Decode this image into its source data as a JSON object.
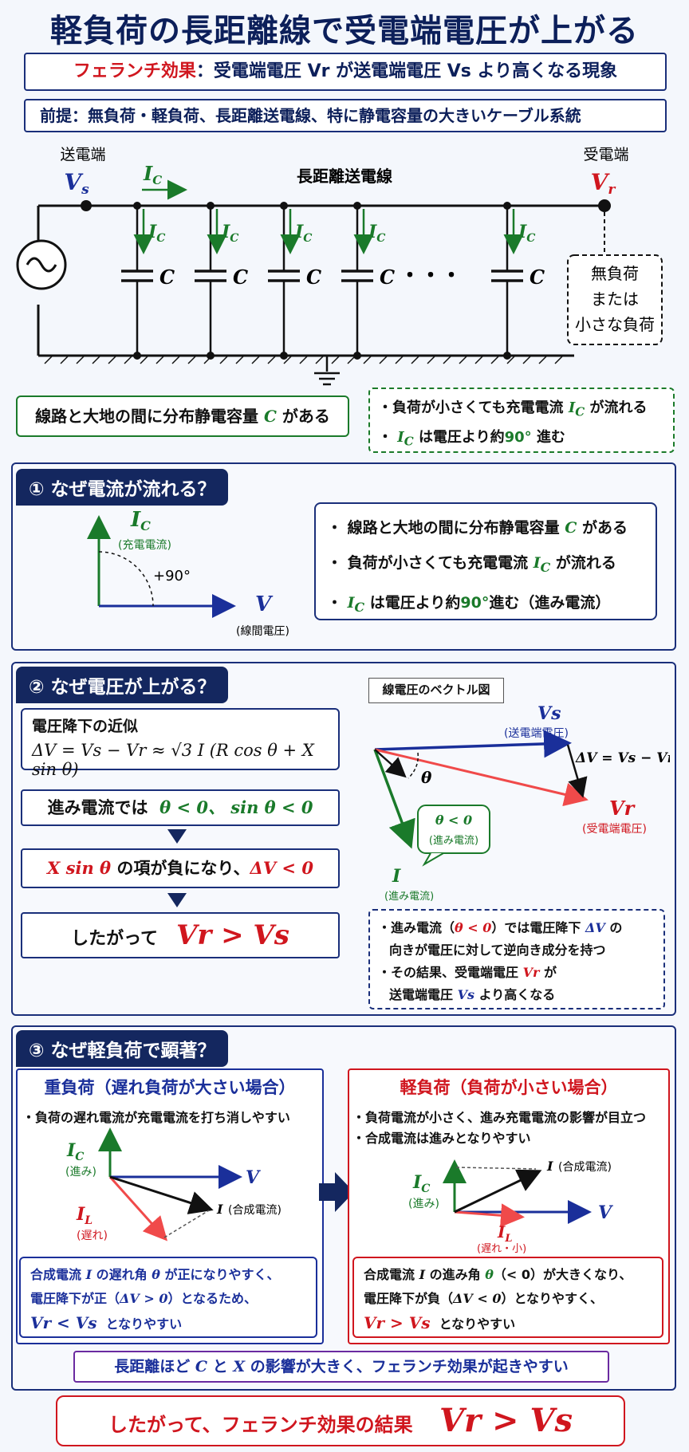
{
  "title": "軽負荷の長距離線で受電端電圧が上がる",
  "definition": {
    "term": "フェランチ効果",
    "sep": "：",
    "text": "受電端電圧 Vr が送電端電圧 Vs より高くなる現象"
  },
  "premise": "前提：無負荷・軽負荷、長距離送電線、特に静電容量の大きいケーブル系統",
  "circuit": {
    "sending_label": "送電端",
    "sending_symbol": "V",
    "sending_sub": "s",
    "receiving_label": "受電端",
    "receiving_symbol": "V",
    "receiving_sub": "r",
    "line_label": "長距離送電線",
    "current_symbol": "I",
    "current_sub": "C",
    "cap_symbol": "C",
    "dots": "・・・",
    "load_lines": [
      "無負荷",
      "または",
      "小さな負荷"
    ]
  },
  "note_left": {
    "text": "線路と大地の間に分布静電容量",
    "sym": "C",
    "tail": "がある"
  },
  "note_right": {
    "b1_pre": "・負荷が小さくても充電電流",
    "b1_sym": "I",
    "b1_sub": "C",
    "b1_post": "が流れる",
    "b2_pre": "・",
    "b2_sym": "I",
    "b2_sub": "C",
    "b2_post": "は電圧より約",
    "b2_deg": "90°",
    "b2_tail": "進む"
  },
  "section1": {
    "tag": "① なぜ電流が流れる？",
    "ic": "I",
    "ic_sub": "C",
    "ic_note": "(充電電流)",
    "angle": "+90°",
    "v": "V",
    "v_note": "(線間電圧)",
    "b1_pre": "・ 線路と大地の間に分布静電容量",
    "b1_sym": "C",
    "b1_post": "がある",
    "b2_pre": "・ 負荷が小さくても充電電流",
    "b2_sym": "I",
    "b2_sub": "C",
    "b2_post": "が流れる",
    "b3_pre": "・",
    "b3_sym": "I",
    "b3_sub": "C",
    "b3_post": "は電圧より約",
    "b3_deg": "90°",
    "b3_tail": "進む（進み電流）"
  },
  "section2": {
    "tag": "② なぜ電圧が上がる？",
    "approx_title": "電圧降下の近似",
    "approx_formula": "ΔV = Vs − Vr ≈ √3 I (R cos θ + X sin θ)",
    "step1_pre": "進み電流では",
    "step1_math": "θ < 0、 sin θ < 0",
    "step2_math": "X sin θ",
    "step2_mid": "の項が負になり、",
    "step2_tail": "ΔV < 0",
    "step3_pre": "したがって",
    "step3_math": "Vr > Vs",
    "vec_title": "線電圧のベクトル図",
    "vs": "Vs",
    "vs_note": "(送電端電圧)",
    "dv": "ΔV = Vs − Vr",
    "theta": "θ",
    "vr": "Vr",
    "vr_note": "(受電端電圧)",
    "callout_1": "θ < 0",
    "callout_2": "(進み電流)",
    "i": "I",
    "i_note": "(進み電流)",
    "n1_a": "・進み電流（",
    "n1_math": "θ < 0",
    "n1_b": "）では電圧降下",
    "n1_sym": "ΔV",
    "n1_c": "の",
    "n1_line2": "向きが電圧に対して逆向き成分を持つ",
    "n2_a": "・その結果、受電端電圧",
    "n2_sym": "Vr",
    "n2_b": "が",
    "n2_c": "送電端電圧",
    "n2_sym2": "Vs",
    "n2_d": "より高くなる"
  },
  "section3": {
    "tag": "③ なぜ軽負荷で顕著？",
    "heavy": {
      "title": "重負荷（遅れ負荷が大さい場合）",
      "bullet": "・負荷の遅れ電流が充電電流を打ち消しやすい",
      "ic": "I",
      "ic_sub": "C",
      "ic_note": "(進み)",
      "v": "V",
      "il": "I",
      "il_sub": "L",
      "il_note": "(遅れ)",
      "i": "I",
      "i_note": "(合成電流)",
      "c1": "合成電流",
      "c_sym": "I",
      "c2": "の遅れ角",
      "c_theta": "θ",
      "c3": "が正になりやすく、",
      "c4": "電圧降下が正（",
      "c_dv": "ΔV > 0",
      "c5": "）となるため、",
      "c_res": "Vr < Vs",
      "c6": "となりやすい"
    },
    "light": {
      "title": "軽負荷（負荷が小さい場合）",
      "bullet1": "・負荷電流が小さく、進み充電電流の影響が目立つ",
      "bullet2": "・合成電流は進みとなりやすい",
      "ic": "I",
      "ic_sub": "C",
      "ic_note": "(進み)",
      "i": "I",
      "i_note": "(合成電流)",
      "v": "V",
      "il": "I",
      "il_sub": "L",
      "il_note": "(遅れ・小)",
      "c1": "合成電流",
      "c_sym": "I",
      "c2": "の進み角",
      "c_theta": "θ",
      "c3": "（< 0）が大きくなり、",
      "c4": "電圧降下が負（",
      "c_dv": "ΔV < 0",
      "c5": "）となりやすく、",
      "c_res": "Vr > Vs",
      "c6": "となりやすい"
    },
    "footer_pre": "長距離ほど",
    "footer_c": "C",
    "footer_and": "と",
    "footer_x": "X",
    "footer_post": "の影響が大きく、フェランチ効果が起きやすい"
  },
  "conclusion": {
    "text": "したがって、フェランチ効果の結果",
    "math": "Vr > Vs"
  },
  "colors": {
    "navy": "#14275f",
    "red": "#d0161e",
    "green": "#1a7a2a",
    "blue": "#1a2f9a",
    "purple": "#6a2aa0"
  }
}
